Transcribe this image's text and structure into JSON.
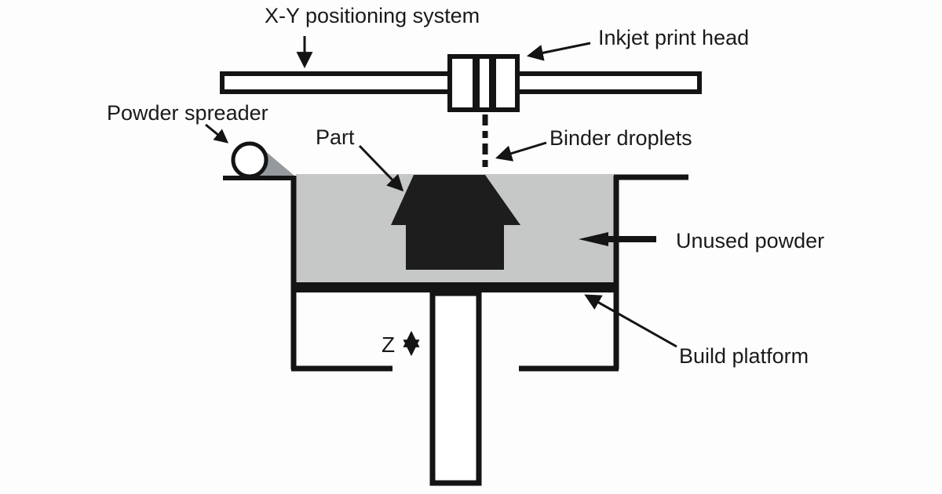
{
  "diagram": {
    "type": "schematic",
    "subject": "binder-jetting 3D printing process",
    "labels": {
      "xy_system": "X-Y positioning system",
      "inkjet_head": "Inkjet print head",
      "powder_spreader": "Powder spreader",
      "part": "Part",
      "binder_droplets": "Binder droplets",
      "unused_powder": "Unused powder",
      "build_platform": "Build platform",
      "z_axis": "Z"
    },
    "colors": {
      "background": "#fdfdfe",
      "line": "#141414",
      "powder": "#c5c8c6",
      "powder_pile": "#949a9e",
      "part_fill": "#1d1d1d",
      "fill_white": "#ffffff"
    }
  }
}
